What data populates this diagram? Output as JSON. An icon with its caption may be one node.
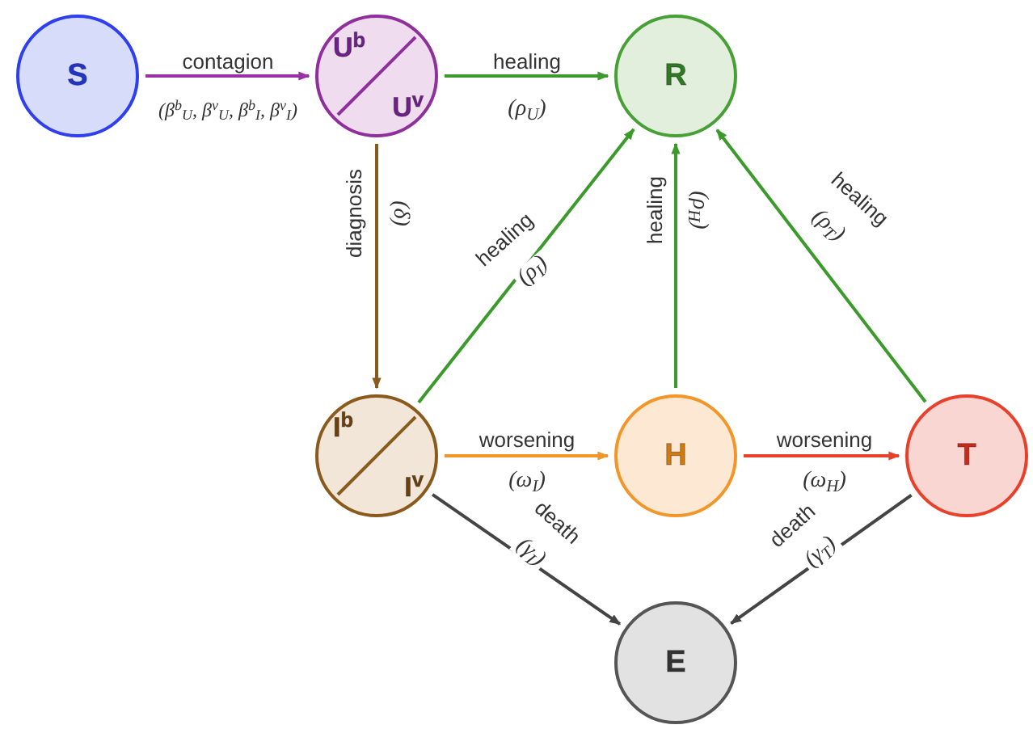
{
  "diagram": {
    "nodes": [
      {
        "text": [
          "S"
        ]
      },
      {
        "text": [
          "U$^{b}$",
          "U$^{v}$"
        ]
      },
      {
        "text": [
          "R"
        ]
      },
      {
        "text": [
          "I$^{b}$",
          "I$^{v}$"
        ]
      },
      {
        "text": [
          "H"
        ]
      },
      {
        "text": [
          "T"
        ]
      },
      {
        "text": [
          "E"
        ]
      }
    ],
    "edges": [
      {
        "from": 0,
        "to": 1,
        "arrow": "to",
        "label": "contagion",
        "color": "#9b2fa8"
      },
      {
        "from": 1,
        "to": 2,
        "arrow": "to",
        "label": "healing"
      },
      {
        "from": 1,
        "to": 3,
        "arrow": "to",
        "label": "diagnosis",
        "color": "#8a5a1c"
      },
      {
        "from": 3,
        "to": 2,
        "arrow": "to",
        "label": "healing"
      },
      {
        "from": 4,
        "to": 2,
        "arrow": "to",
        "label": "healing"
      },
      {
        "from": 5,
        "to": 2,
        "arrow": "to",
        "label": "healing"
      },
      {
        "from": 3,
        "to": 4,
        "arrow": "to",
        "label": "worsening",
        "color": "#f3962a"
      },
      {
        "from": 4,
        "to": 5,
        "arrow": "to",
        "label": "worsening",
        "color": "#e8402a"
      },
      {
        "from": 3,
        "to": 6,
        "arrow": "to",
        "label": "death",
        "color": "#444444"
      },
      {
        "from": 5,
        "to": 6,
        "arrow": "to",
        "label": "death",
        "color": "#444444"
      }
    ],
    "labels": [
      "(β$^{b}$$_{U}$, β$^{v}$$_{U}$, β$^{b}$$_{I}$, β$^{v}$$_{I}$)",
      "(ρ$_{U}$)",
      "(δ)",
      "(ρ$_{I}$)",
      "(ρ$_{H}$)",
      "(ρ$_{T}$)",
      "(ω$_{I}$)",
      "(ω$_{H}$)",
      "(γ$_{I}$)",
      "(γ$_{T}$)"
    ]
  }
}
